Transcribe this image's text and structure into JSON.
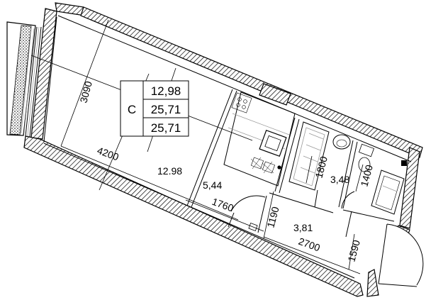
{
  "apartment_type": "С",
  "areas_table": [
    "12,98",
    "25,71",
    "25,71"
  ],
  "rooms": {
    "living": "12.98",
    "kitchen": "5,44",
    "bathroom": "3,48",
    "hall": "3,81"
  },
  "dimensions": {
    "living_width": "3090",
    "living_length": "4200",
    "kitchen_length": "1760",
    "hall_width": "1190",
    "hall_length": "2700",
    "entry": "1590",
    "bath_width": "1800",
    "bath_length": "1400"
  },
  "colors": {
    "line": "#000000",
    "hatch": "#000000",
    "background": "#ffffff"
  }
}
